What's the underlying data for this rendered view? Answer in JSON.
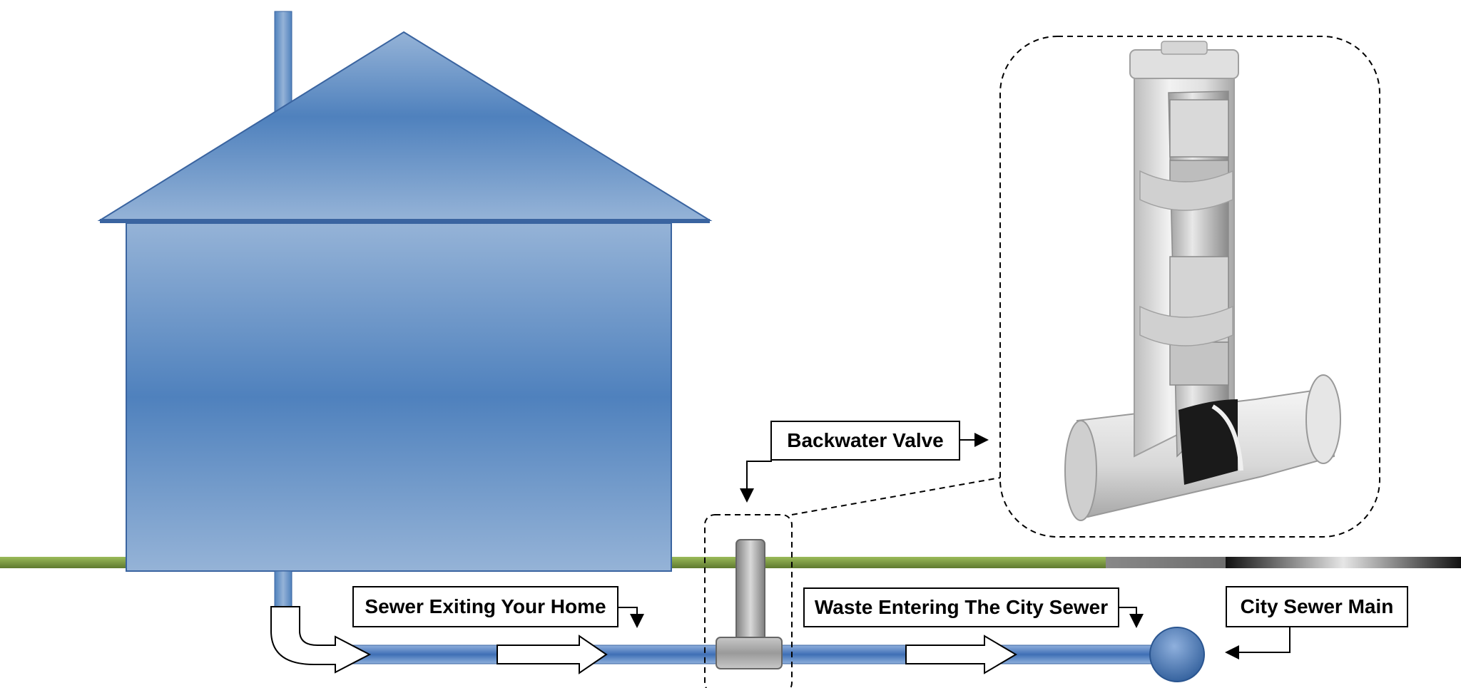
{
  "labels": {
    "backwater_valve": "Backwater Valve",
    "sewer_exiting": "Sewer Exiting Your Home",
    "waste_entering": "Waste Entering The City Sewer",
    "city_sewer_main": "City Sewer Main"
  },
  "colors": {
    "house_dark": "#4f81bd",
    "house_light": "#95b3d7",
    "ground": "#77933c",
    "pipe": "#4a7cc0",
    "valve": "#a6a6a6"
  },
  "icons": [
    "house-icon",
    "vent-pipe-icon",
    "flow-arrow-icon",
    "backwater-valve-icon",
    "valve-photo-icon"
  ]
}
